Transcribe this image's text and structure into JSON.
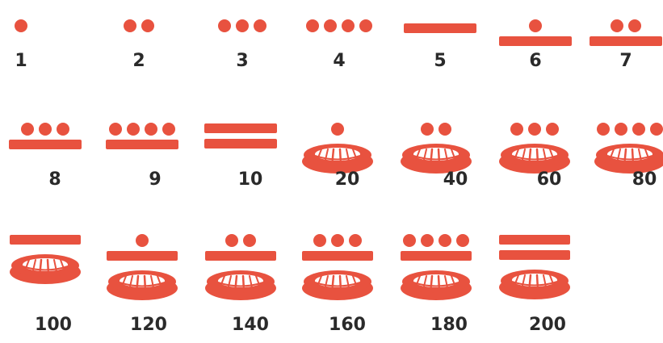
{
  "color": {
    "glyph": "#e8523f",
    "shell_inner": "#ffffff",
    "label": "#2a2a2a"
  },
  "numerals": [
    {
      "label": "1",
      "dots": 1,
      "bars": 0,
      "shell": false
    },
    {
      "label": "2",
      "dots": 2,
      "bars": 0,
      "shell": false
    },
    {
      "label": "3",
      "dots": 3,
      "bars": 0,
      "shell": false
    },
    {
      "label": "4",
      "dots": 4,
      "bars": 0,
      "shell": false
    },
    {
      "label": "5",
      "dots": 0,
      "bars": 1,
      "shell": false
    },
    {
      "label": "6",
      "dots": 1,
      "bars": 1,
      "shell": false
    },
    {
      "label": "7",
      "dots": 2,
      "bars": 1,
      "shell": false
    },
    {
      "label": "8",
      "dots": 3,
      "bars": 1,
      "shell": false
    },
    {
      "label": "9",
      "dots": 4,
      "bars": 1,
      "shell": false
    },
    {
      "label": "10",
      "dots": 0,
      "bars": 2,
      "shell": false
    },
    {
      "label": "20",
      "dots": 1,
      "bars": 0,
      "shell": true
    },
    {
      "label": "40",
      "dots": 2,
      "bars": 0,
      "shell": true
    },
    {
      "label": "60",
      "dots": 3,
      "bars": 0,
      "shell": true
    },
    {
      "label": "80",
      "dots": 4,
      "bars": 0,
      "shell": true
    },
    {
      "label": "100",
      "dots": 0,
      "bars": 1,
      "shell": true
    },
    {
      "label": "120",
      "dots": 1,
      "bars": 1,
      "shell": true
    },
    {
      "label": "140",
      "dots": 2,
      "bars": 1,
      "shell": true
    },
    {
      "label": "160",
      "dots": 3,
      "bars": 1,
      "shell": true
    },
    {
      "label": "180",
      "dots": 4,
      "bars": 1,
      "shell": true
    },
    {
      "label": "200",
      "dots": 0,
      "bars": 2,
      "shell": true
    }
  ]
}
